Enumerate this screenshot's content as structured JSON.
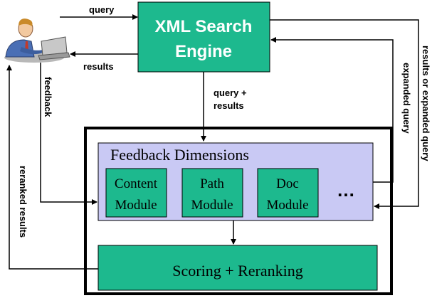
{
  "engine": {
    "line1": "XML Search",
    "line2": "Engine"
  },
  "edges": {
    "query": "query",
    "results": "results",
    "feedback": "feedback",
    "query_results_1": "query +",
    "query_results_2": "results",
    "expanded_query": "expanded query",
    "results_or_expanded": "results or expanded query",
    "reranked_results": "reranked results"
  },
  "feedback_dimensions": {
    "title": "Feedback Dimensions",
    "modules": [
      {
        "line1": "Content",
        "line2": "Module"
      },
      {
        "line1": "Path",
        "line2": "Module"
      },
      {
        "line1": "Doc",
        "line2": "Module"
      }
    ],
    "more": "…"
  },
  "scoring": {
    "label": "Scoring + Reranking"
  },
  "user": {
    "icon": "user-at-laptop-icon"
  },
  "colors": {
    "teal": "#1db98e",
    "lavender": "#c9c9f4",
    "border": "#000000"
  }
}
